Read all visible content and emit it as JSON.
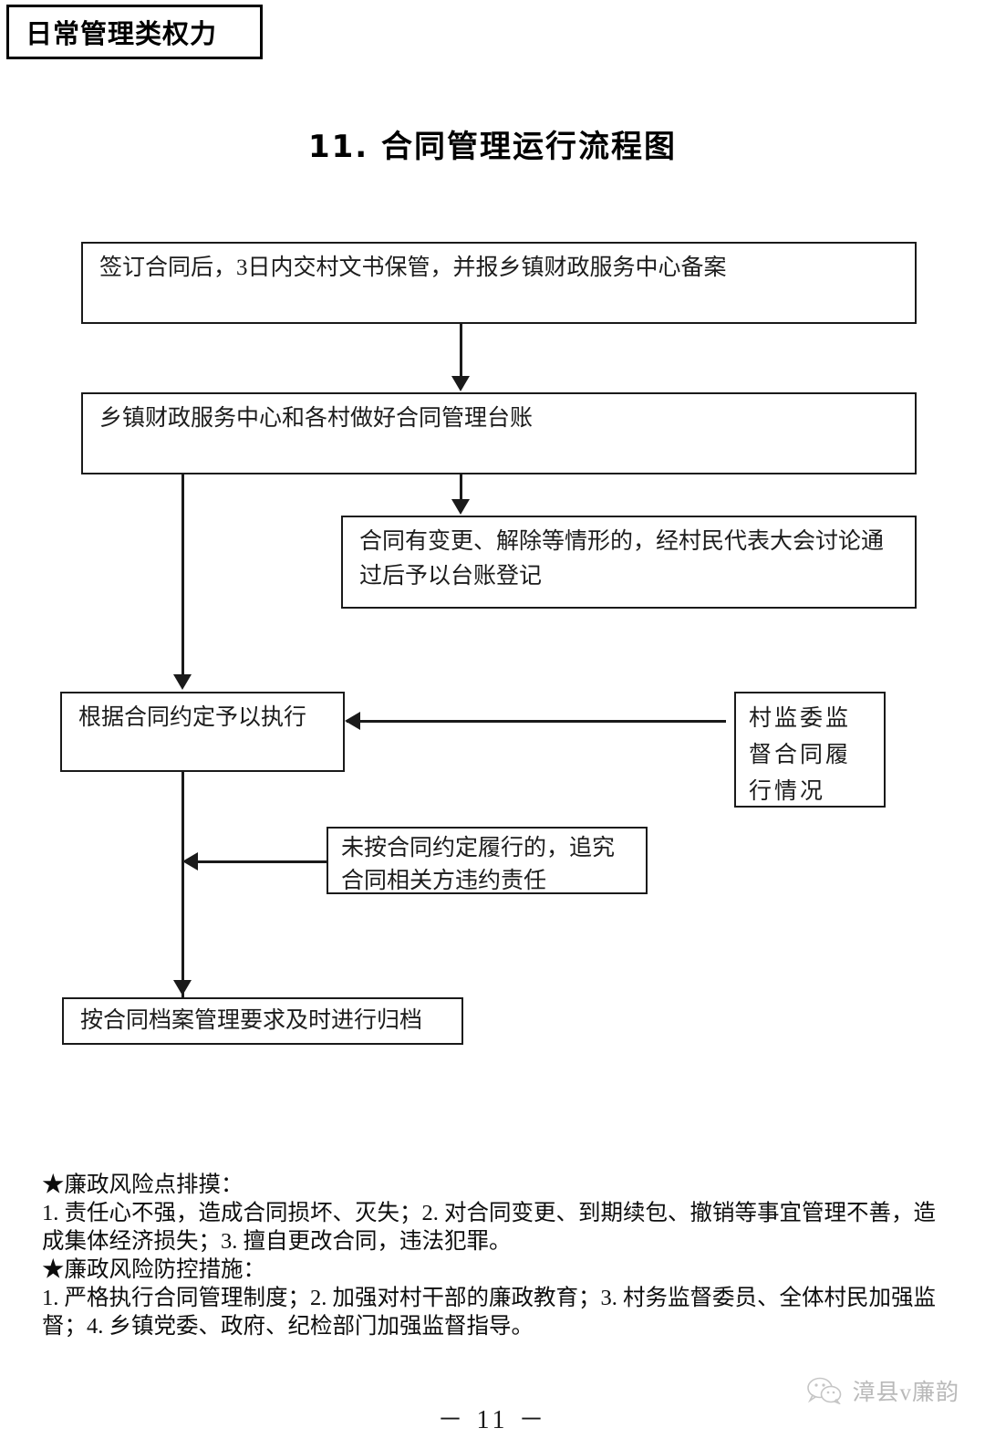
{
  "header": {
    "category_tag": "日常管理类权力"
  },
  "title": "11. 合同管理运行流程图",
  "flowchart": {
    "type": "flowchart",
    "nodes": [
      {
        "id": "n1",
        "text": "签订合同后，3日内交村文书保管，并报乡镇财政服务中心备案"
      },
      {
        "id": "n2",
        "text": "乡镇财政服务中心和各村做好合同管理台账"
      },
      {
        "id": "n3",
        "text": "合同有变更、解除等情形的，经村民代表大会讨论通过后予以台账登记"
      },
      {
        "id": "n4",
        "text": "根据合同约定予以执行"
      },
      {
        "id": "n5",
        "text": "村监委监督合同履行情况"
      },
      {
        "id": "n6",
        "text": "未按合同约定履行的，追究合同相关方违约责任"
      },
      {
        "id": "n7",
        "text": "按合同档案管理要求及时进行归档"
      }
    ],
    "edges": [
      {
        "from": "n1",
        "to": "n2",
        "direction": "down"
      },
      {
        "from": "n2",
        "to": "n3",
        "direction": "down"
      },
      {
        "from": "n2",
        "to": "n4",
        "direction": "down"
      },
      {
        "from": "n5",
        "to": "n4",
        "direction": "left"
      },
      {
        "from": "n6",
        "to": "n4-n7-trunk",
        "direction": "left"
      },
      {
        "from": "n4",
        "to": "n7",
        "direction": "down"
      }
    ]
  },
  "notes": {
    "risk_heading": "★廉政风险点排摸：",
    "risk_body": "1. 责任心不强，造成合同损坏、灭失；2. 对合同变更、到期续包、撤销等事宜管理不善，造成集体经济损失；3. 擅自更改合同，违法犯罪。",
    "measure_heading": "★廉政风险防控措施：",
    "measure_body": "1. 严格执行合同管理制度；2. 加强对村干部的廉政教育；3. 村务监督委员、全体村民加强监督；4. 乡镇党委、政府、纪检部门加强监督指导。"
  },
  "footer": {
    "page_number": "－ 11 －",
    "watermark_text": "漳县v廉韵"
  },
  "colors": {
    "ink": "#1a1a1a",
    "paper": "#ffffff",
    "watermark": "#b9b9b9"
  }
}
